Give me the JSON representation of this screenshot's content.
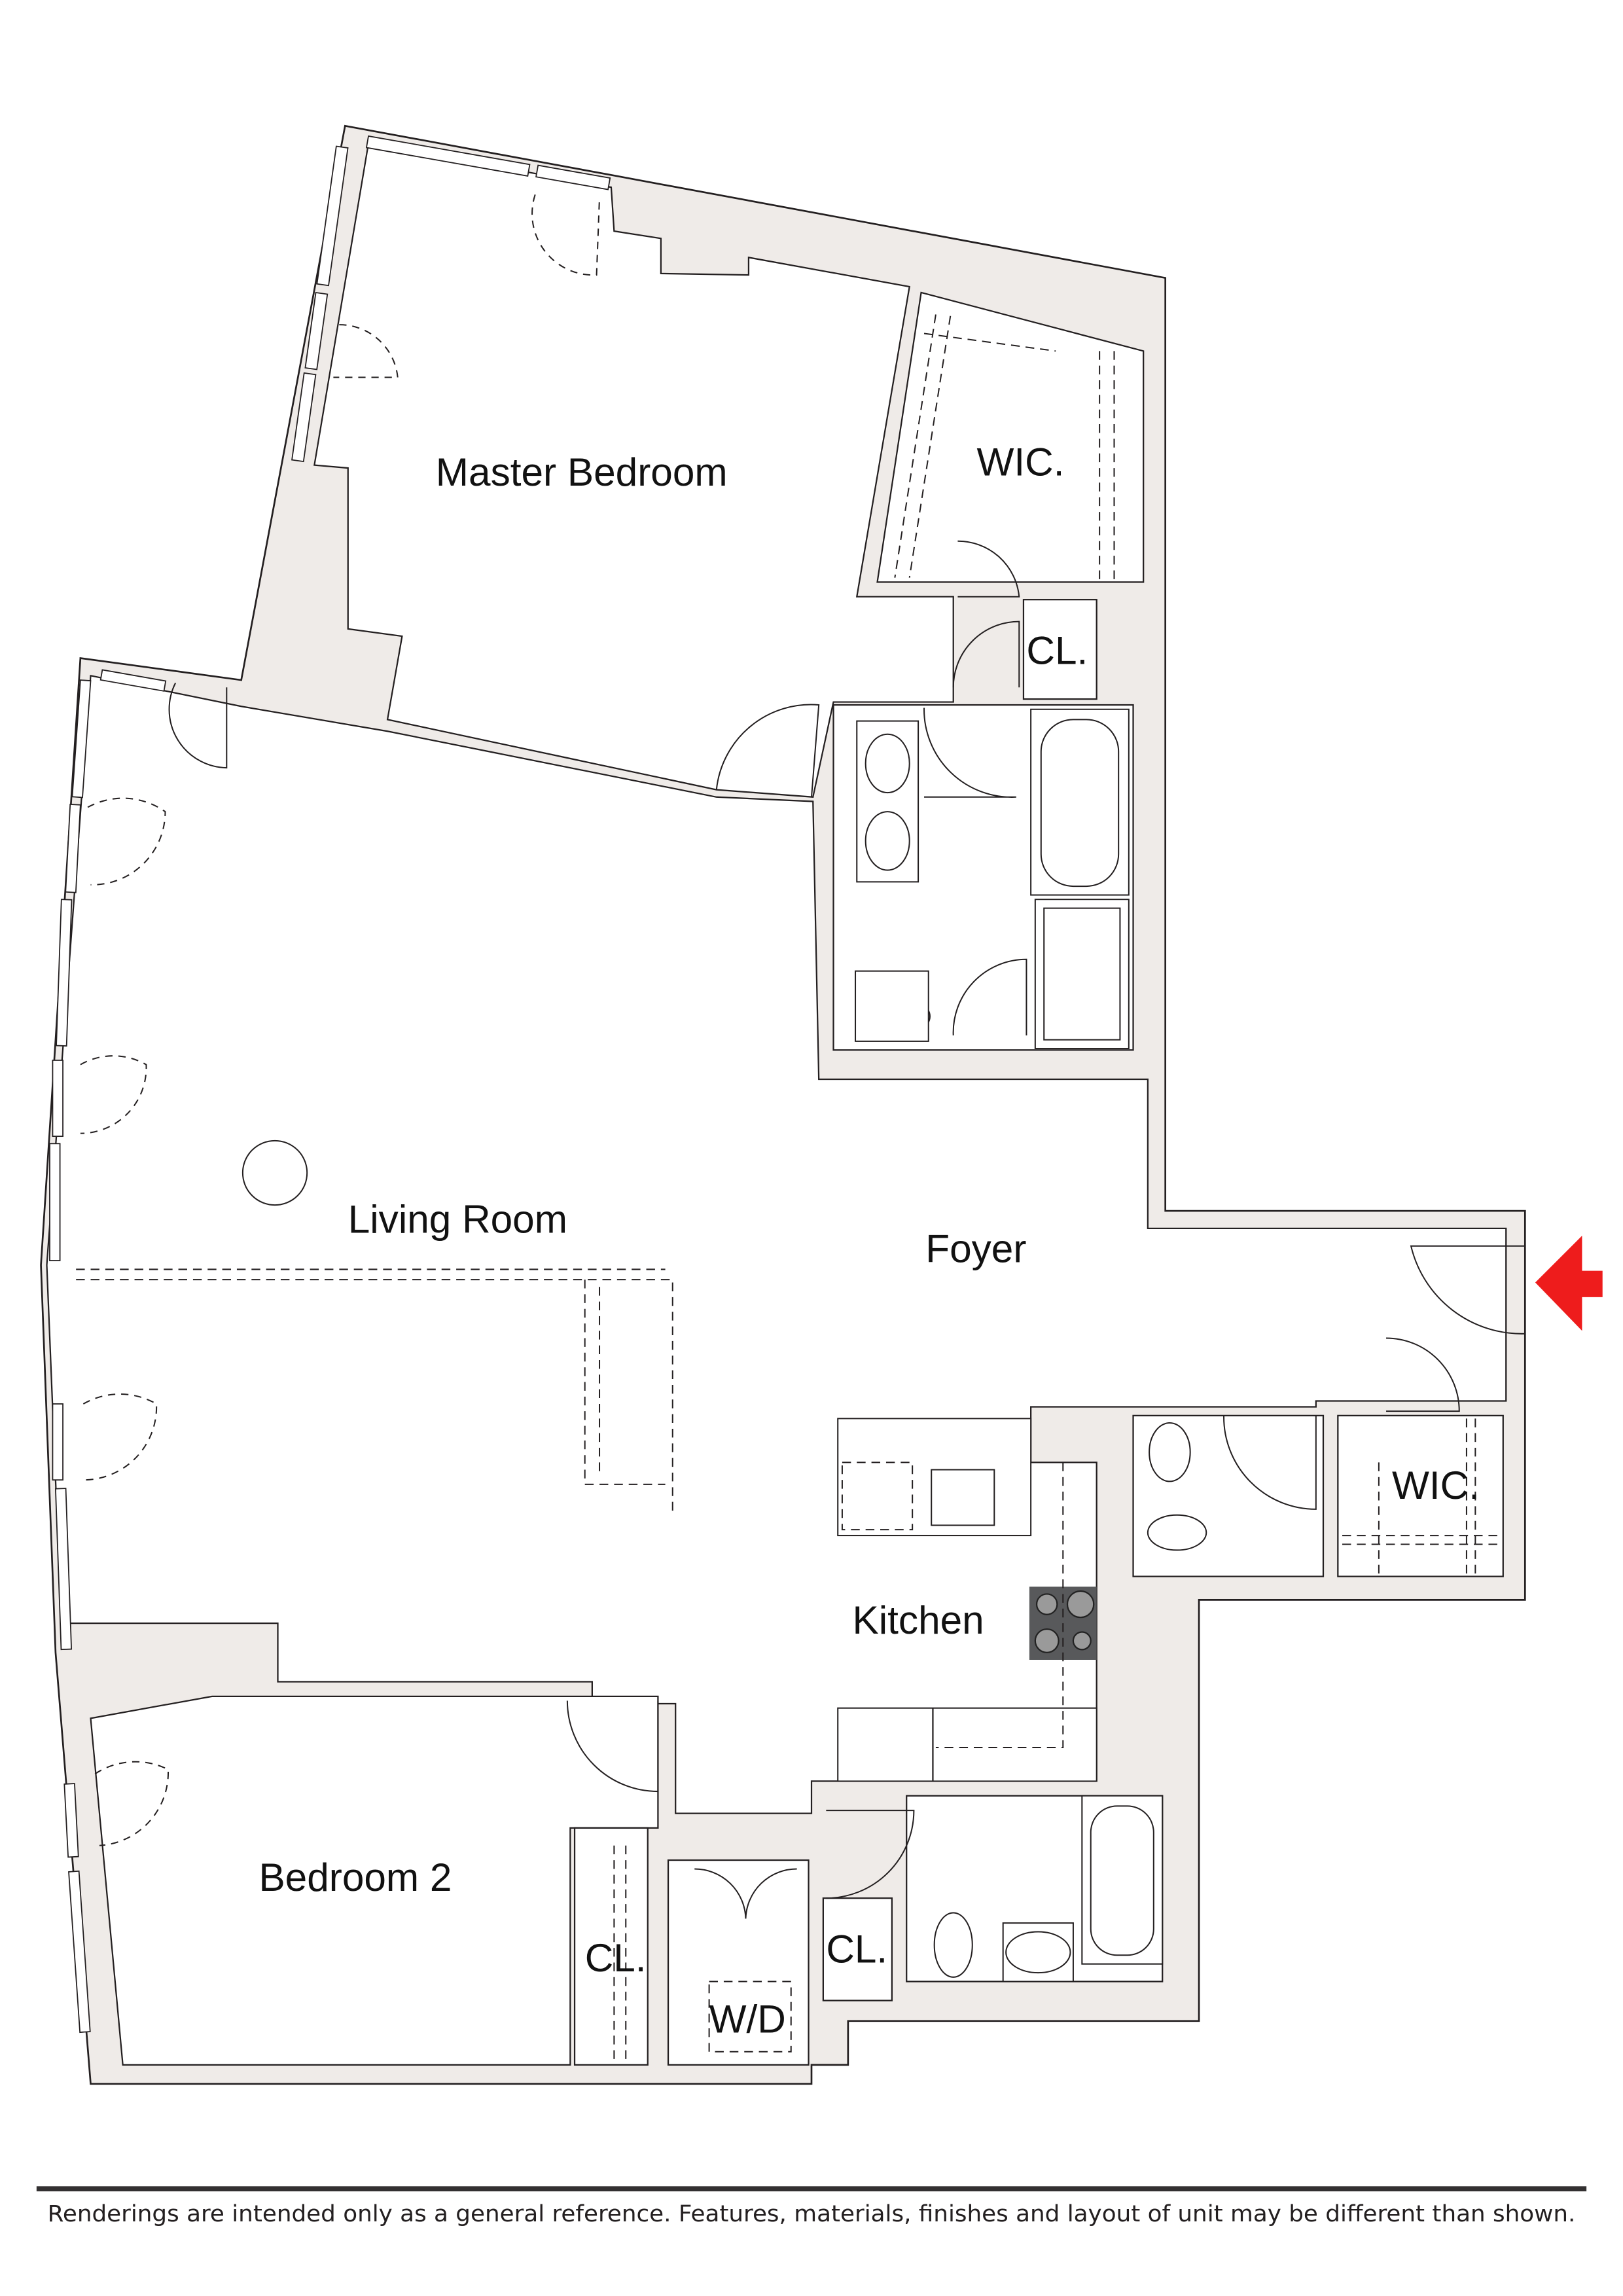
{
  "plan": {
    "rooms": {
      "master_bedroom": "Master Bedroom",
      "wic_master": "WIC.",
      "cl_master": "CL.",
      "living_room": "Living Room",
      "foyer": "Foyer",
      "kitchen": "Kitchen",
      "wic_foyer": "WIC.",
      "bedroom2": "Bedroom 2",
      "cl_bedroom2": "CL.",
      "wd": "W/D",
      "cl_hall": "CL."
    },
    "entry_arrow_color": "#ee1c1c",
    "wall_color": "#efebe8"
  },
  "footer": {
    "disclaimer": "Renderings are intended only as a general reference. Features, materials, finishes and layout of unit may be different than shown."
  }
}
